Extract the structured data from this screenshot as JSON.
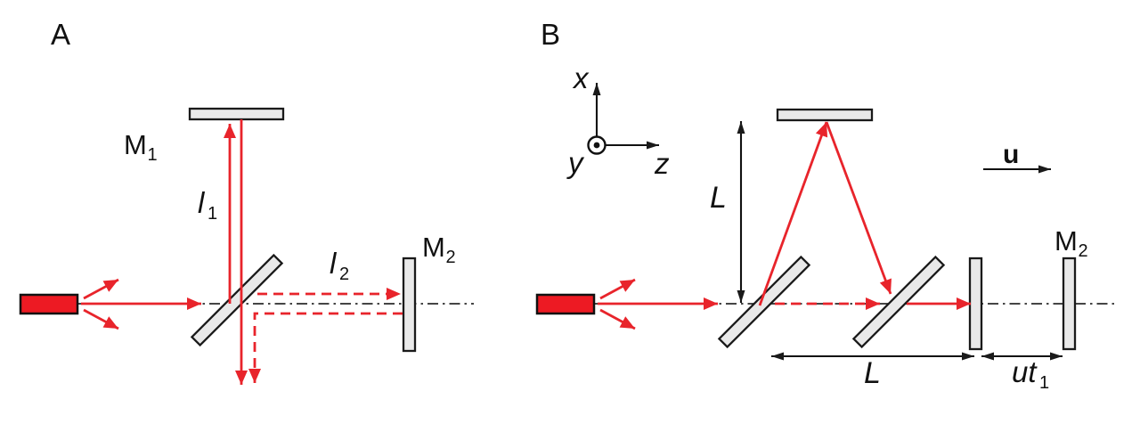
{
  "colors": {
    "beam_red": "#e8242b",
    "laser_red": "#ed1a23",
    "mirror_fill": "#e9e9e9",
    "outline": "#1a1a1a",
    "text": "#111111"
  },
  "panel_a": {
    "label": "A",
    "mirror1": {
      "base": "M",
      "sub": "1"
    },
    "mirror2": {
      "base": "M",
      "sub": "2"
    },
    "arm1": {
      "base": "l",
      "sub": "1"
    },
    "arm2": {
      "base": "l",
      "sub": "2"
    }
  },
  "panel_b": {
    "label": "B",
    "axis_x": "x",
    "axis_y": "y",
    "axis_z": "z",
    "arm_length": "L",
    "base_length": "L",
    "mirror2": {
      "base": "M",
      "sub": "2"
    },
    "offset": {
      "base": "ut",
      "sub": "1"
    },
    "velocity": "u"
  }
}
